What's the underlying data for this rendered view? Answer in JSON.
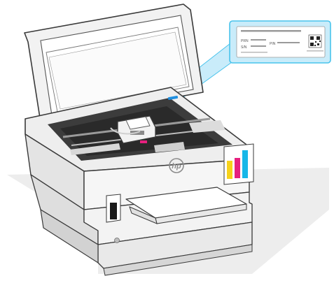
{
  "illustration": {
    "subject": "printer-open-scanner-lid",
    "brand_logo_text": "hp",
    "colors": {
      "outline": "#3a3a3a",
      "body": "#f4f4f4",
      "body_shade": "#e3e3e3",
      "interior": "#3c3c3c",
      "callout_blue": "#49c3ec",
      "callout_fill": "#c9ecfa",
      "ink_black": "#1a1a1a",
      "ink_cyan": "#17b7e8",
      "ink_magenta": "#e6207f",
      "ink_yellow": "#f6d21a",
      "floor_shadow": "#ececec"
    }
  },
  "label": {
    "row1_prefix": "PRN",
    "row2_prefix": "S/N",
    "pin_prefix": "PIN"
  }
}
